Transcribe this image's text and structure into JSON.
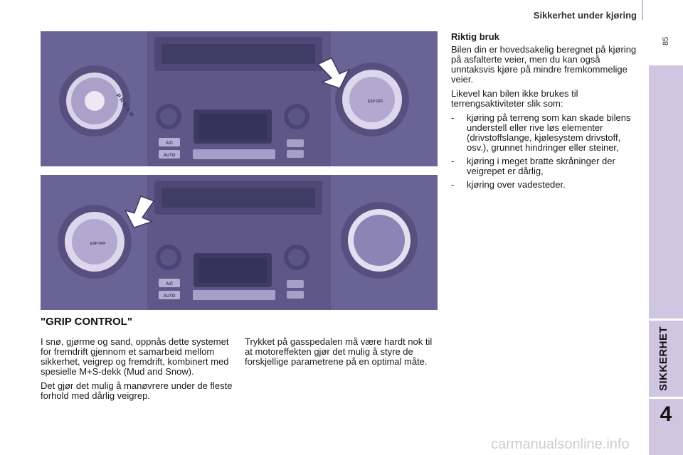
{
  "header": {
    "title": "Sikkerhet under kjøring",
    "page_number": "85"
  },
  "side_tab": {
    "chapter_label": "SIKKERHET",
    "chapter_number": "4"
  },
  "section": {
    "title": "\"GRIP CONTROL\"",
    "left_paragraphs": [
      "I snø, gjørme og sand, oppnås dette systemet for fremdrift gjennom et samarbeid mellom sikkerhet, veigrep og fremdrift, kombinert med spesielle M+S-dekk (Mud and Snow).",
      "Det gjør det mulig å manøvrere under de fleste forhold med dårlig veigrep."
    ],
    "middle_paragraphs": [
      "Trykket på gasspedalen må være hardt nok til at motoreffekten gjør det mulig å styre de forskjellige parametrene på en optimal måte."
    ]
  },
  "riktig_bruk": {
    "heading": "Riktig bruk",
    "paragraphs": [
      "Bilen din er hovedsakelig beregnet på kjøring på asfalterte veier, men du kan også unntaksvis kjøre på mindre fremkommelige veier.",
      "Likevel kan bilen ikke brukes til terrengsaktiviteter slik som:"
    ],
    "bullets": [
      "kjøring på terreng som kan skade bilens understell eller rive løs elementer (drivstoffslange, kjølesystem drivstoff, osv.), grunnet hindringer eller steiner,",
      "kjøring i meget bratte skråninger der veigrepet er dårlig,",
      "kjøring over vadesteder."
    ],
    "bullet_dash": "-"
  },
  "photo_labels": {
    "ac": "A/C",
    "auto": "AUTO",
    "esp_off": "ESP OFF",
    "gear_letters": "P R N A M"
  },
  "watermark": "carmanualsonline.info",
  "colors": {
    "side_tab": "#cfc6e1",
    "photo_tint": "#6b6496"
  }
}
